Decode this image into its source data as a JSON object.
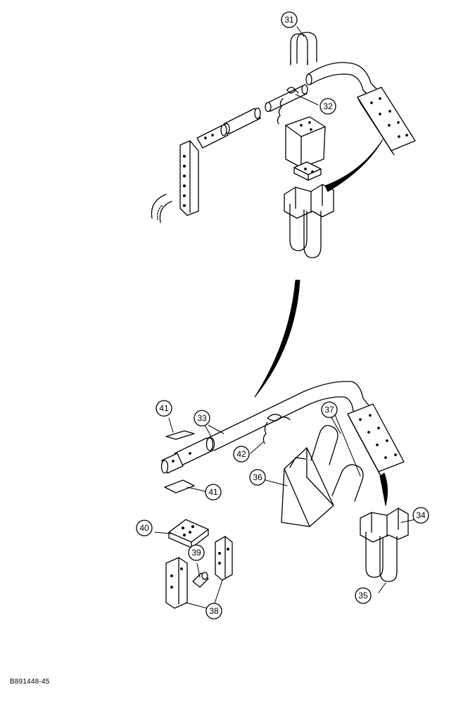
{
  "figure_id": "B891448-45",
  "callouts": {
    "c31": "31",
    "c32": "32",
    "c33": "33",
    "c34": "34",
    "c35": "35",
    "c36": "36",
    "c37": "37",
    "c38": "38",
    "c39": "39",
    "c40": "40",
    "c41a": "41",
    "c41b": "41",
    "c42": "42"
  }
}
